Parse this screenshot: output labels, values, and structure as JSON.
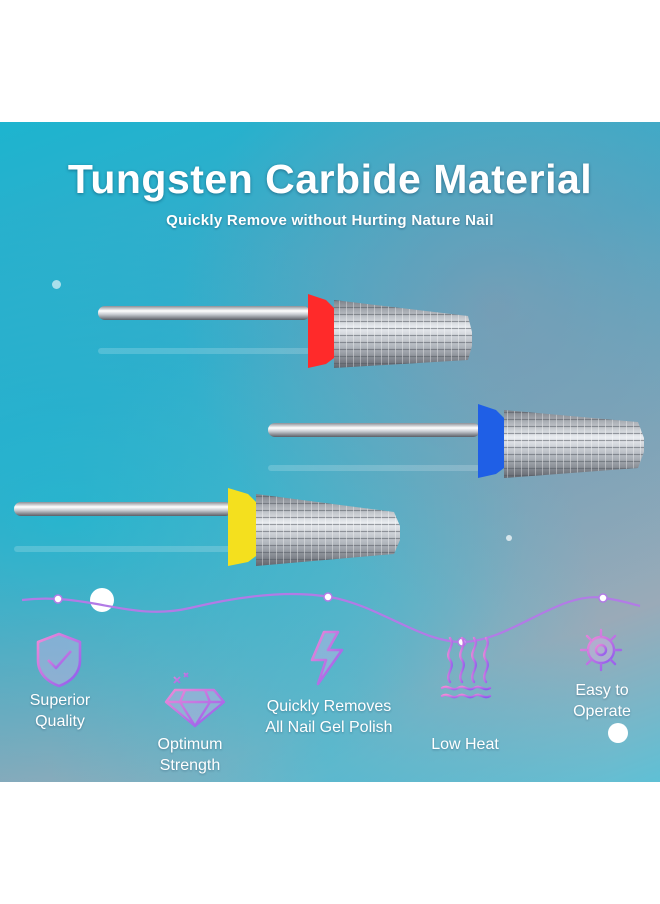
{
  "header": {
    "title": "Tungsten Carbide Material",
    "subtitle": "Quickly Remove without Hurting Nature Nail"
  },
  "bits": [
    {
      "collar_color": "#ff2a2a"
    },
    {
      "collar_color": "#1f5fe6"
    },
    {
      "collar_color": "#f4e01e"
    }
  ],
  "features": [
    {
      "line1": "Superior",
      "line2": "Quality",
      "icon": "shield-check-icon"
    },
    {
      "line1": "Optimum",
      "line2": "Strength",
      "icon": "diamond-icon"
    },
    {
      "line1": "Quickly Removes",
      "line2": "All Nail Gel Polish",
      "icon": "lightning-icon"
    },
    {
      "line1": "Low Heat",
      "line2": "",
      "icon": "heat-waves-icon"
    },
    {
      "line1": "Easy to",
      "line2": "Operate",
      "icon": "gear-icon"
    }
  ],
  "colors": {
    "icon_gradient_start": "#f08ad6",
    "icon_gradient_end": "#8b5cf0",
    "wave_color": "#b27be6"
  }
}
